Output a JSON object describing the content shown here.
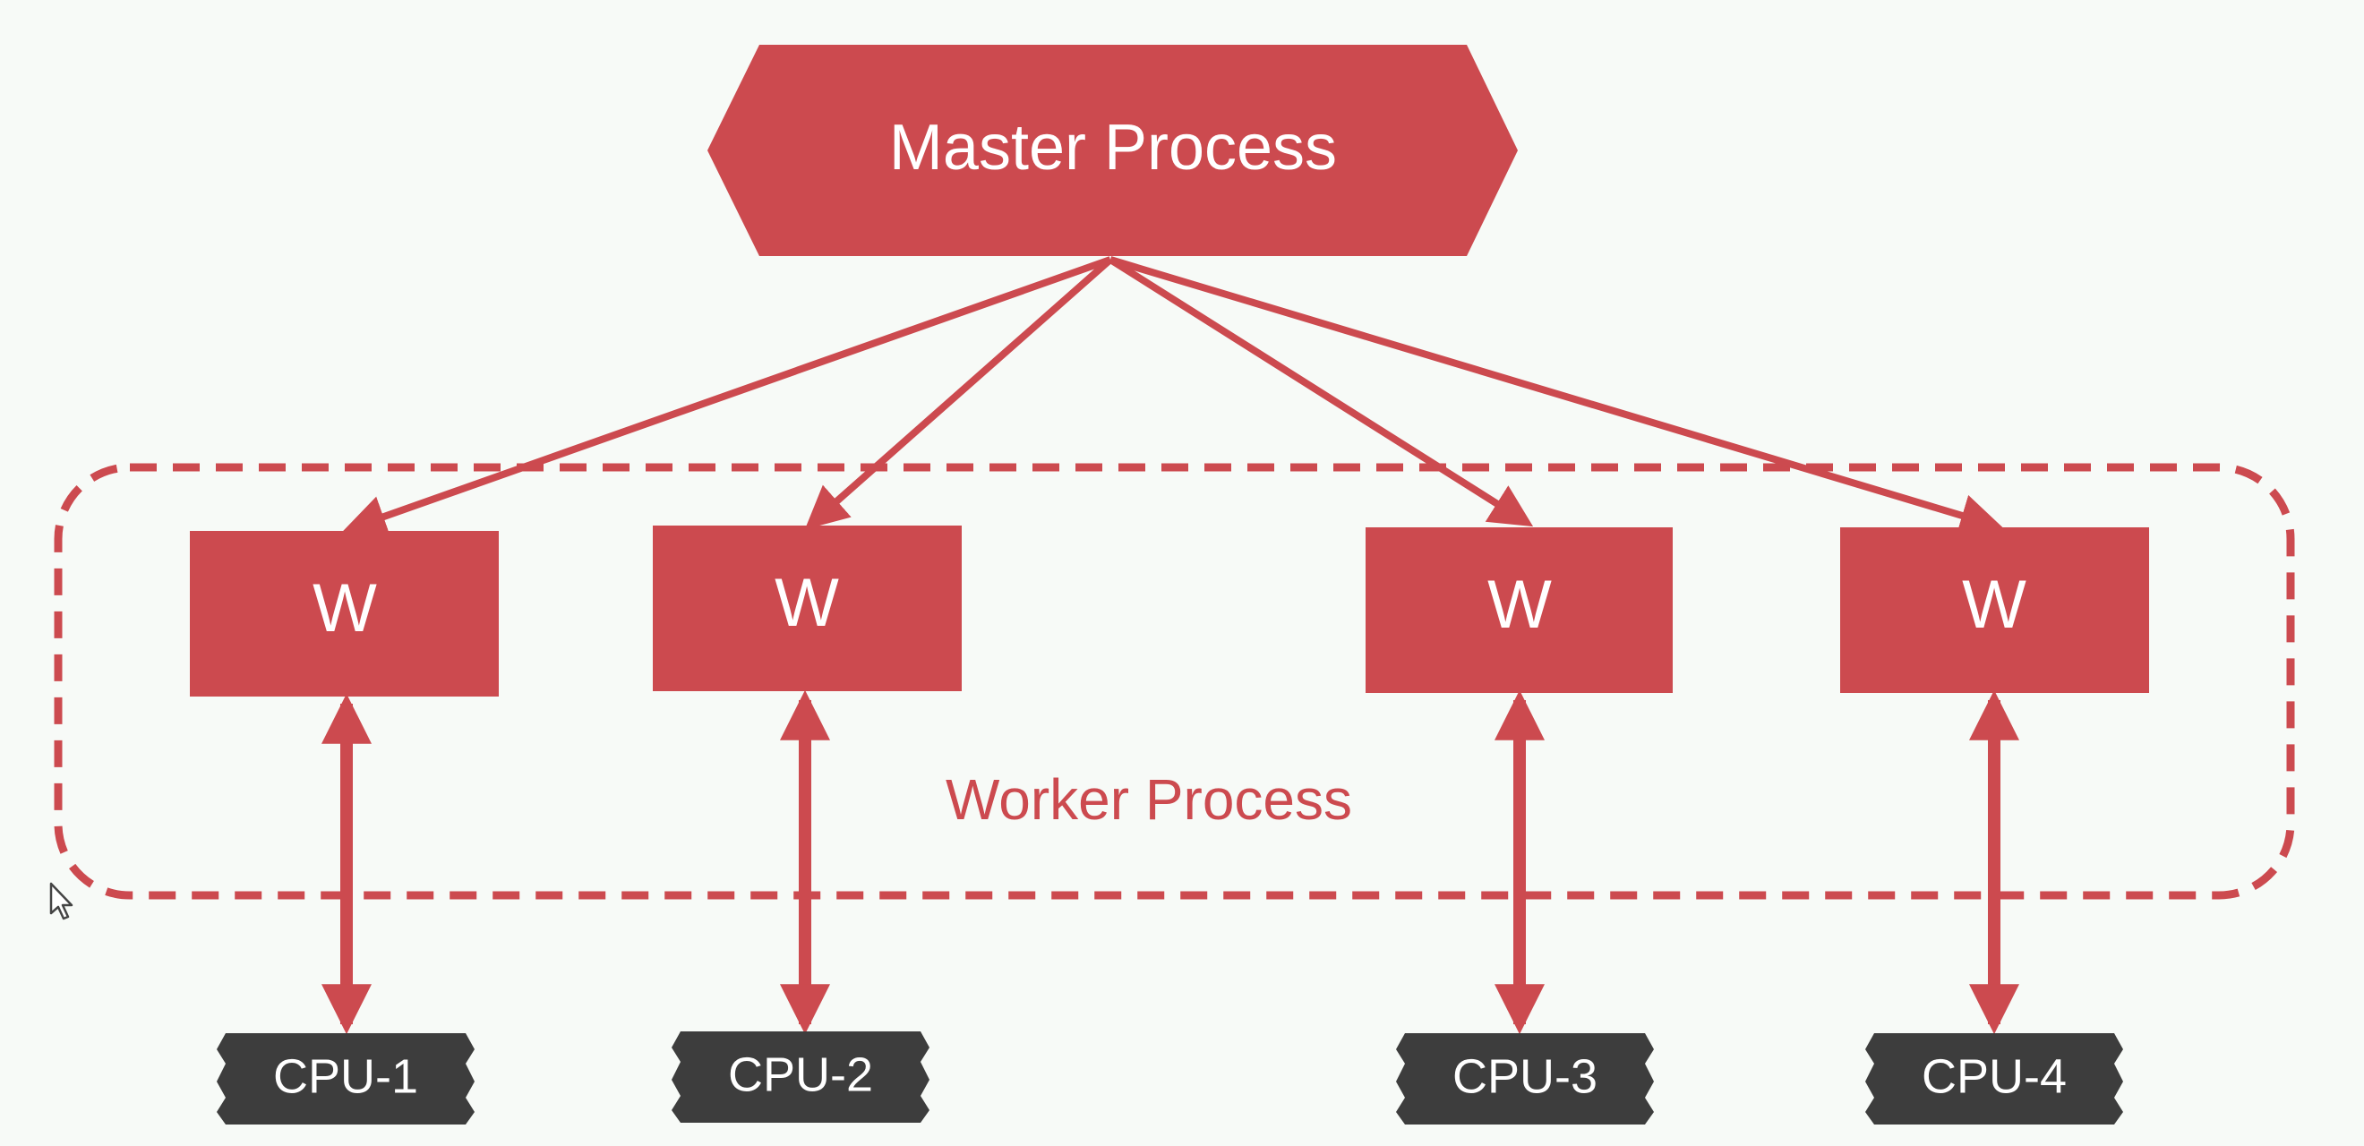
{
  "diagram": {
    "master": {
      "label": "Master Process"
    },
    "group": {
      "label": "Worker Process"
    },
    "workers": [
      {
        "label": "W"
      },
      {
        "label": "W"
      },
      {
        "label": "W"
      },
      {
        "label": "W"
      }
    ],
    "cpus": [
      {
        "label": "CPU-1"
      },
      {
        "label": "CPU-2"
      },
      {
        "label": "CPU-3"
      },
      {
        "label": "CPU-4"
      }
    ]
  },
  "colors": {
    "accent": "#cc4a4f",
    "cpu_fill": "#3d3d3d",
    "background": "#f7faf7",
    "text_on_accent": "#ffffff"
  }
}
